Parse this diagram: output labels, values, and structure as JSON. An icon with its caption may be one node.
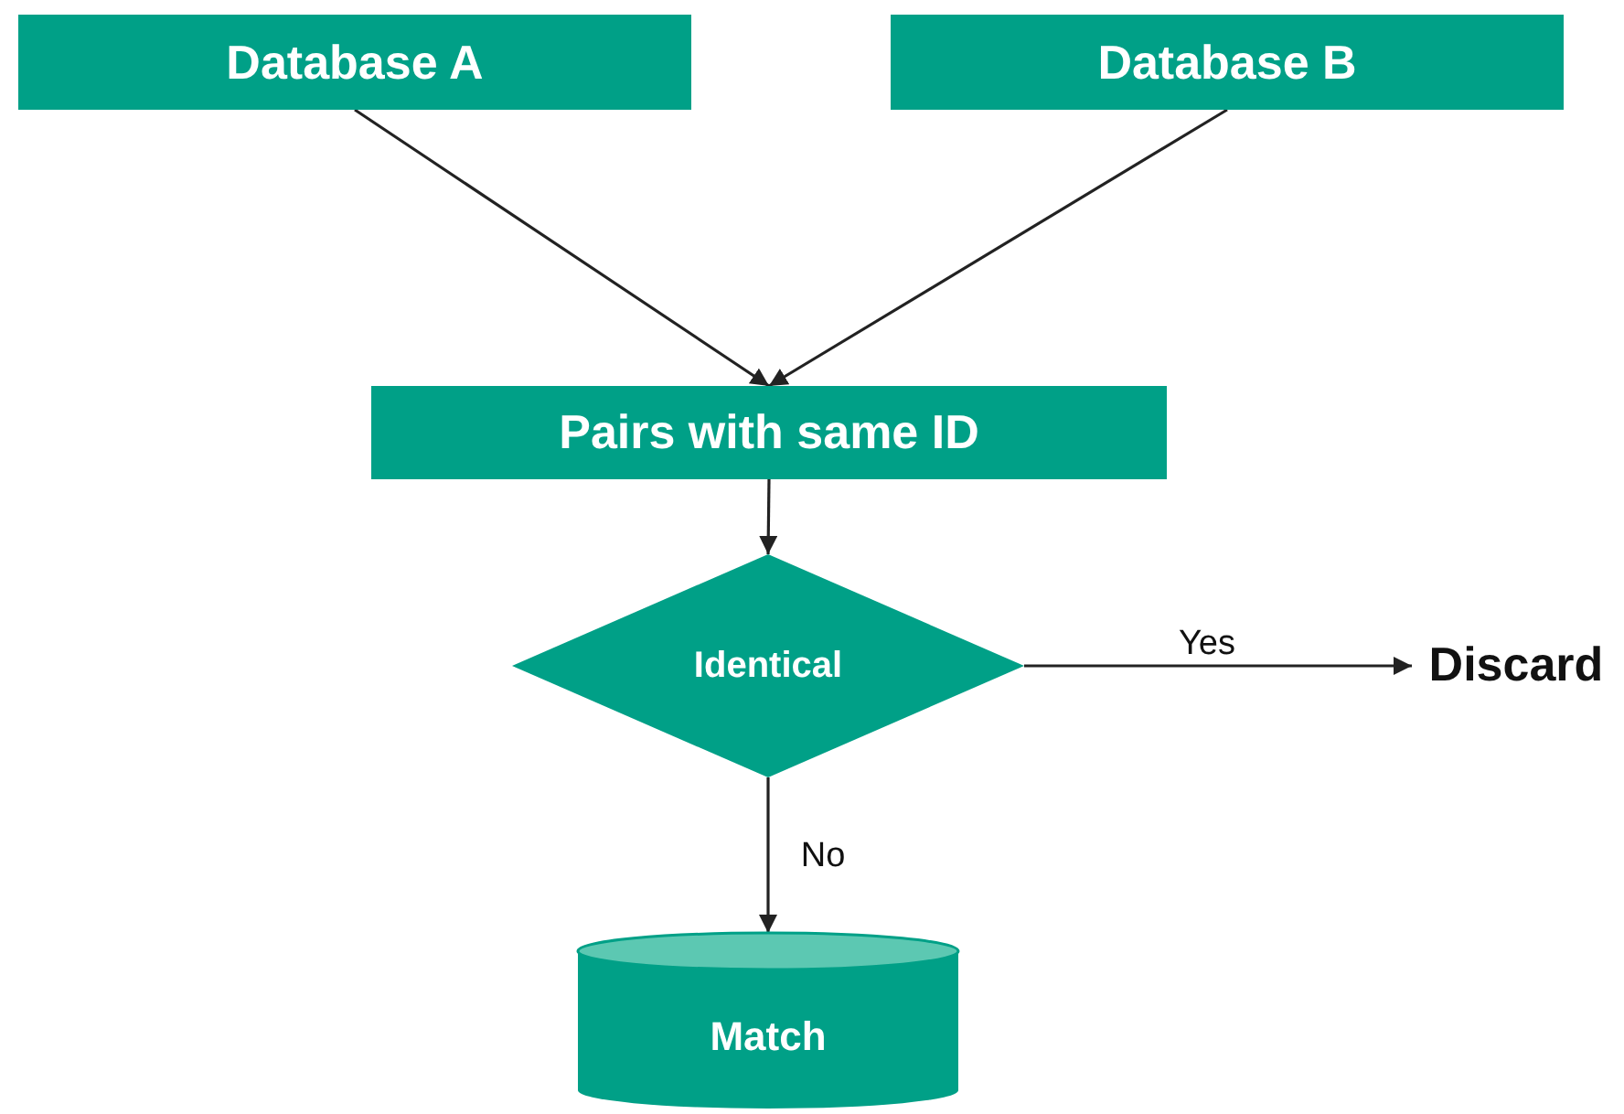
{
  "diagram": {
    "nodes": [
      {
        "text": [
          "Database A"
        ]
      },
      {
        "text": [
          "Database B"
        ]
      },
      {
        "text": [
          "Pairs with same ID"
        ]
      },
      {
        "text": [
          "Identical"
        ]
      },
      {
        "text": [
          "Discard"
        ]
      },
      {
        "text": [
          "Match"
        ]
      }
    ],
    "edges": [
      {
        "from": 0,
        "to": 2,
        "arrow": "to"
      },
      {
        "from": 1,
        "to": 2,
        "arrow": "to"
      },
      {
        "from": 2,
        "to": 3,
        "arrow": "to"
      },
      {
        "from": 3,
        "to": 4,
        "arrow": "to",
        "label": "Yes"
      },
      {
        "from": 3,
        "to": 5,
        "arrow": "to",
        "label": "No"
      }
    ]
  }
}
